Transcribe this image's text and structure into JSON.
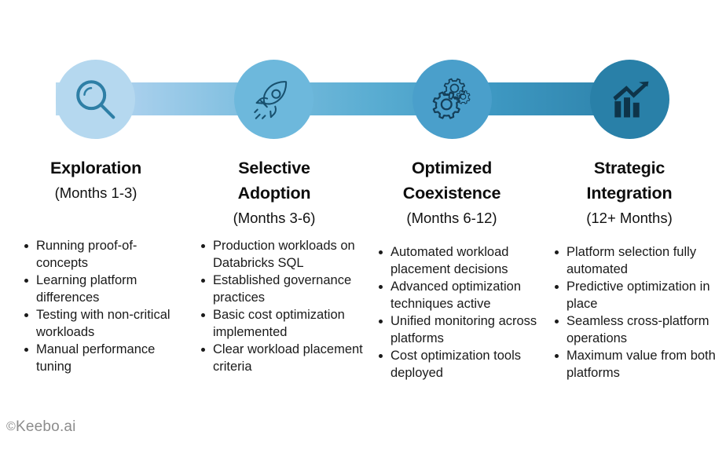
{
  "diagram": {
    "type": "timeline-roadmap",
    "orientation": "horizontal",
    "bar": {
      "gradient_from": "#b9daf0",
      "gradient_to": "#2d82aa"
    },
    "steps": [
      {
        "id": "exploration",
        "icon": "magnifier-icon",
        "circle_color": "#b5d8ef",
        "icon_color": "#2e7fa6",
        "title": "Exploration",
        "subtitle": "(Months 1-3)",
        "bullets": [
          "Running proof-of-concepts",
          "Learning platform differences",
          "Testing with non-critical workloads",
          "Manual performance tuning"
        ]
      },
      {
        "id": "selective-adoption",
        "icon": "rocket-icon",
        "circle_color": "#6db8dc",
        "icon_color": "#18506e",
        "title": "Selective\nAdoption",
        "subtitle": "(Months 3-6)",
        "bullets": [
          "Production workloads on Databricks SQL",
          "Established governance practices",
          "Basic cost optimization implemented",
          "Clear workload placement criteria"
        ]
      },
      {
        "id": "optimized-coexistence",
        "icon": "gears-icon",
        "circle_color": "#4a9fcb",
        "icon_color": "#143f59",
        "title": "Optimized\nCoexistence",
        "subtitle": "(Months 6-12)",
        "bullets": [
          "Automated workload placement decisions",
          "Advanced optimization techniques active",
          "Unified monitoring across platforms",
          "Cost optimization tools deployed"
        ]
      },
      {
        "id": "strategic-integration",
        "icon": "growth-chart-icon",
        "circle_color": "#2980a8",
        "icon_color": "#0e3449",
        "title": "Strategic\nIntegration",
        "subtitle": "(12+ Months)",
        "bullets": [
          "Platform selection fully automated",
          "Predictive optimization in place",
          "Seamless cross-platform operations",
          "Maximum value from both platforms"
        ]
      }
    ]
  },
  "footer": {
    "copyright_mark": "©",
    "brand": "Keebo.ai"
  }
}
